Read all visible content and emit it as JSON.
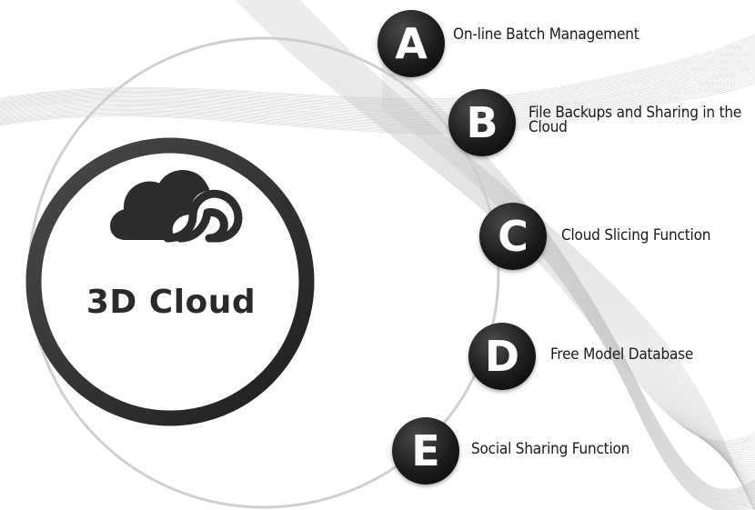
{
  "center": {
    "title": "3D Cloud",
    "icon": "cloud-icon"
  },
  "colors": {
    "dark": "#1c1c1c",
    "ring_outer": "#c9c9c9",
    "ring_inner": "#333333",
    "text": "#1a1a1a"
  },
  "features": [
    {
      "letter": "A",
      "label": "On-line Batch Management"
    },
    {
      "letter": "B",
      "label": "File Backups and Sharing in the Cloud"
    },
    {
      "letter": "C",
      "label": "Cloud Slicing Function"
    },
    {
      "letter": "D",
      "label": "Free Model Database"
    },
    {
      "letter": "E",
      "label": "Social Sharing Function"
    }
  ]
}
